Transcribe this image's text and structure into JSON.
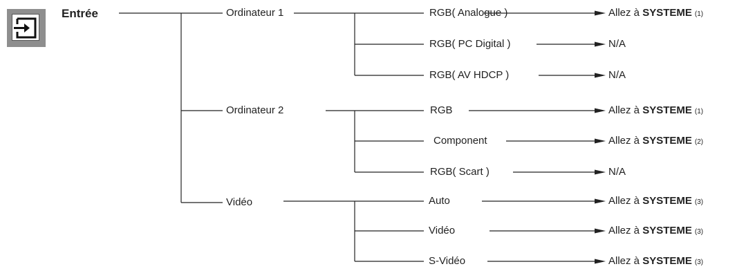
{
  "root": {
    "label": "Entrée",
    "icon": "input-icon"
  },
  "branches": [
    {
      "label": "Ordinateur 1",
      "items": [
        {
          "label": "RGB( Analogue )",
          "dest": "Allez à",
          "dest_bold": "SYSTEME",
          "dest_num": "(1)"
        },
        {
          "label": "RGB( PC Digital )",
          "dest": "N/A"
        },
        {
          "label": "RGB( AV HDCP )",
          "dest": "N/A"
        }
      ]
    },
    {
      "label": "Ordinateur 2",
      "items": [
        {
          "label": "RGB",
          "dest": "Allez à",
          "dest_bold": "SYSTEME",
          "dest_num": "(1)"
        },
        {
          "label": "Component",
          "dest": "Allez à",
          "dest_bold": "SYSTEME",
          "dest_num": "(2)"
        },
        {
          "label": "RGB( Scart )",
          "dest": "N/A"
        }
      ]
    },
    {
      "label": "Vidéo",
      "items": [
        {
          "label": "Auto",
          "dest": "Allez à",
          "dest_bold": "SYSTEME",
          "dest_num": "(3)"
        },
        {
          "label": "Vidéo",
          "dest": "Allez à",
          "dest_bold": "SYSTEME",
          "dest_num": "(3)"
        },
        {
          "label": "S-Vidéo",
          "dest": "Allez à",
          "dest_bold": "SYSTEME",
          "dest_num": "(3)"
        }
      ]
    }
  ]
}
